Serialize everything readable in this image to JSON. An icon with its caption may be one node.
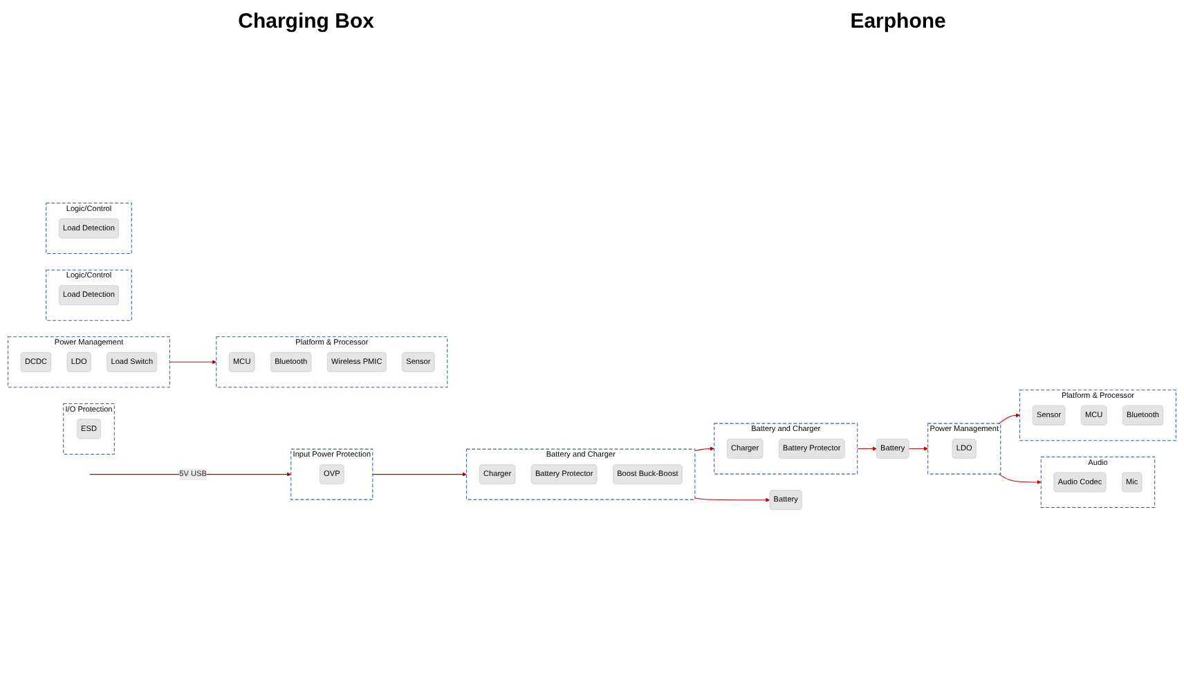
{
  "diagram": {
    "nodes": [
      {
        "text": [
          "I/O Protection"
        ]
      },
      {
        "text": [
          "ESD"
        ],
        "in": 0
      },
      {
        "text": [
          "Input Power Protection"
        ]
      },
      {
        "text": [
          "OVP"
        ],
        "in": 2
      },
      {
        "text": [
          "Power Management"
        ]
      },
      {
        "text": [
          "DCDC"
        ],
        "in": 4
      },
      {
        "text": [
          "LDO"
        ],
        "in": 4
      },
      {
        "text": [
          "Load Switch"
        ],
        "in": 4
      },
      {
        "text": [
          "Logic/Control"
        ]
      },
      {
        "text": [
          "Load Detection"
        ],
        "in": 8
      },
      {
        "text": [
          "Battery and Charger"
        ]
      },
      {
        "text": [
          "Charger"
        ],
        "in": 10
      },
      {
        "text": [
          "Battery Protector"
        ],
        "in": 10
      },
      {
        "text": [
          "Boost Buck-Boost"
        ],
        "in": 10
      },
      {
        "text": [
          "Battery"
        ]
      },
      {
        "text": [
          "Platform & Processor"
        ]
      },
      {
        "text": [
          "MCU"
        ],
        "in": 15
      },
      {
        "text": [
          "Bluetooth"
        ],
        "in": 15
      },
      {
        "text": [
          "Wireless PMIC"
        ],
        "in": 15
      },
      {
        "text": [
          "Sensor"
        ],
        "in": 15
      },
      {
        "text": [
          "Logic/Control"
        ]
      },
      {
        "text": [
          "Load Detection"
        ],
        "in": 20
      },
      {
        "text": [
          "Battery and Charger"
        ]
      },
      {
        "text": [
          "Charger"
        ],
        "in": 22
      },
      {
        "text": [
          "Battery Protector"
        ],
        "in": 22
      },
      {
        "text": [
          "Battery"
        ]
      },
      {
        "text": [
          "Platform & Processor"
        ]
      },
      {
        "text": [
          "Sensor"
        ],
        "in": 26
      },
      {
        "text": [
          "MCU"
        ],
        "in": 26
      },
      {
        "text": [
          "Bluetooth"
        ],
        "in": 26
      },
      {
        "text": [
          "Power Management"
        ]
      },
      {
        "text": [
          "LDO"
        ],
        "in": 30
      },
      {
        "text": [
          "Audio"
        ]
      },
      {
        "text": [
          "Audio Codec"
        ],
        "in": 32
      },
      {
        "text": [
          "Mic"
        ],
        "in": 32
      }
    ],
    "edges": [
      {
        "from": null,
        "to": 2,
        "arrow": "to",
        "label": "5V USB"
      },
      {
        "from": 2,
        "to": 10,
        "arrow": "to"
      },
      {
        "from": 4,
        "to": 15,
        "arrow": "to"
      },
      {
        "from": 10,
        "to": 14,
        "arrow": "to"
      },
      {
        "from": 10,
        "to": 22,
        "arrow": "to"
      },
      {
        "from": 22,
        "to": 25,
        "arrow": "to"
      },
      {
        "from": 25,
        "to": 30,
        "arrow": "to"
      },
      {
        "from": 30,
        "to": 26,
        "arrow": "to"
      },
      {
        "from": 30,
        "to": 32,
        "arrow": "to"
      }
    ],
    "labels": [
      "Charging Box",
      "Earphone"
    ]
  }
}
